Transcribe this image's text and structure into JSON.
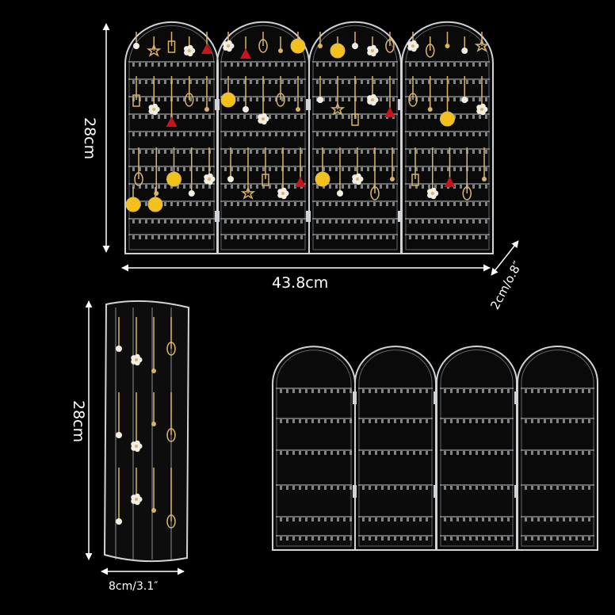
{
  "dimensions": {
    "width": "43.8cm",
    "height_front": "28cm",
    "height_side": "28cm",
    "depth_thin": "2cm/o.8″",
    "depth_side": "8cm/3.1″"
  },
  "colors": {
    "background": "#000000",
    "arrow": "#ffffff",
    "acrylic": "#cfd3d8",
    "gold": "#d8b46a",
    "pearl": "#f3eee4",
    "red": "#c8141e",
    "yellow": "#f2c21b"
  }
}
